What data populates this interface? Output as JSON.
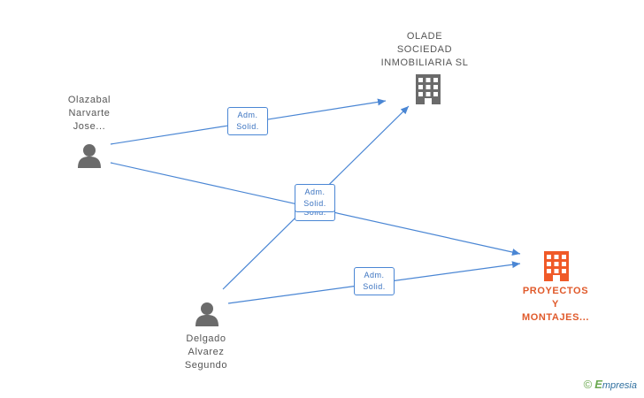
{
  "nodes": {
    "person1": {
      "lines": [
        "Olazabal",
        "Narvarte",
        "Jose..."
      ]
    },
    "person2": {
      "lines": [
        "Delgado",
        "Alvarez",
        "Segundo"
      ]
    },
    "company1": {
      "lines": [
        "OLADE",
        "SOCIEDAD",
        "INMOBILIARIA SL"
      ]
    },
    "company2": {
      "lines": [
        "PROYECTOS",
        "Y",
        "MONTAJES..."
      ]
    }
  },
  "edges": [
    {
      "role": [
        "Adm.",
        "Solid."
      ]
    },
    {
      "role": [
        "Adm.",
        "Solid."
      ]
    },
    {
      "role": [
        "Adm.",
        "Solid."
      ]
    },
    {
      "role": [
        "Adm.",
        "Solid."
      ]
    }
  ],
  "colors": {
    "edge": "#4a86d4",
    "company": "#6b6b6b",
    "main_company": "#f05a28",
    "person": "#6b6b6b"
  },
  "footer": {
    "copyright": "©",
    "brand_initial": "E",
    "brand_rest": "mpresia"
  }
}
